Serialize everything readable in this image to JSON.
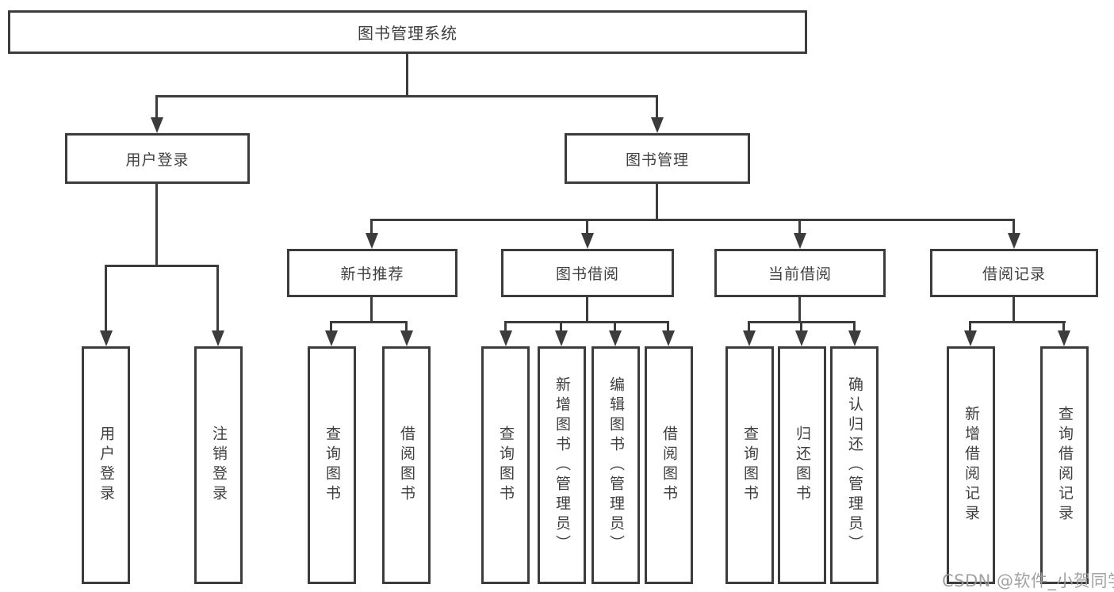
{
  "colors": {
    "line": "#3c3c3c",
    "box_background": "#ffffff",
    "text": "#3f3f3f",
    "watermark": "#9b9b9b"
  },
  "watermark": {
    "text": "CSDN @软件_小贺同学"
  },
  "tree": {
    "root": "图书管理系统",
    "children": [
      {
        "label": "用户登录",
        "children": [
          "用户登录",
          "注销登录"
        ]
      },
      {
        "label": "图书管理",
        "children": [
          {
            "label": "新书推荐",
            "children": [
              "查询图书",
              "借阅图书"
            ]
          },
          {
            "label": "图书借阅",
            "children": [
              "查询图书",
              "新增图书（管理员）",
              "编辑图书（管理员）",
              "借阅图书"
            ]
          },
          {
            "label": "当前借阅",
            "children": [
              "查询图书",
              "归还图书",
              "确认归还（管理员）"
            ]
          },
          {
            "label": "借阅记录",
            "children": [
              "新增借阅记录",
              "查询借阅记录"
            ]
          }
        ]
      }
    ]
  }
}
